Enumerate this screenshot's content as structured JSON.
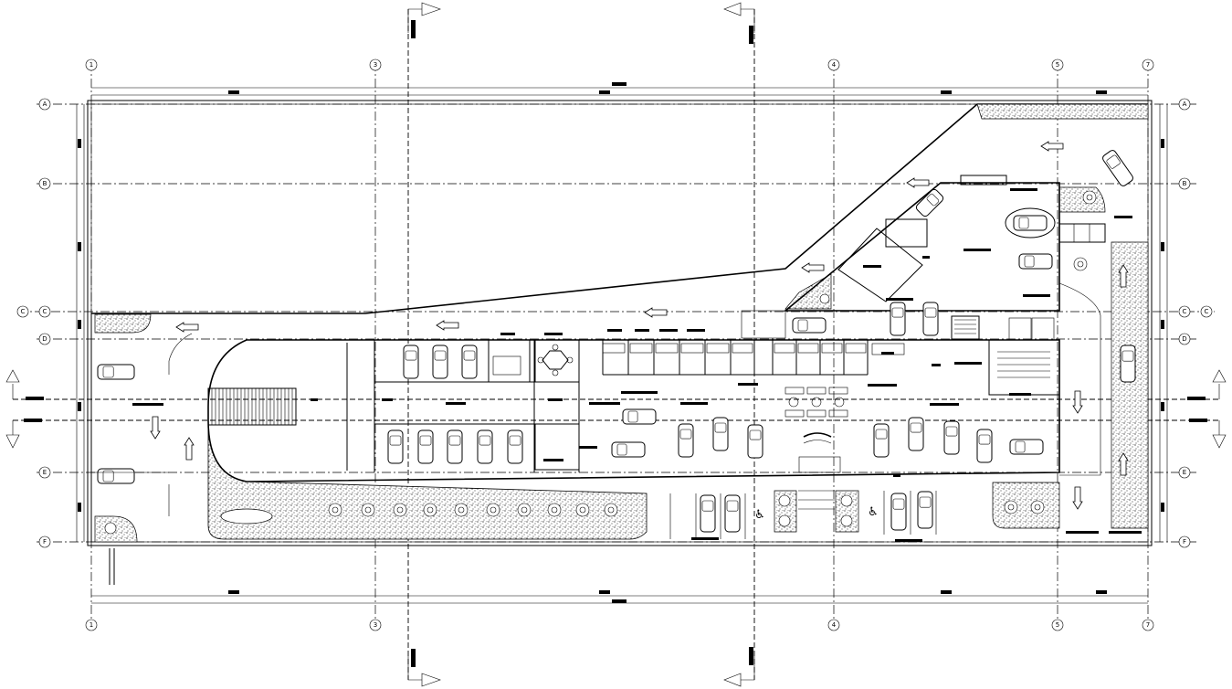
{
  "axes": {
    "columns": [
      "1",
      "3",
      "4",
      "5",
      "7"
    ],
    "rows": [
      "A",
      "B",
      "C",
      "D",
      "E",
      "F"
    ]
  },
  "accessible_symbol": "♿"
}
